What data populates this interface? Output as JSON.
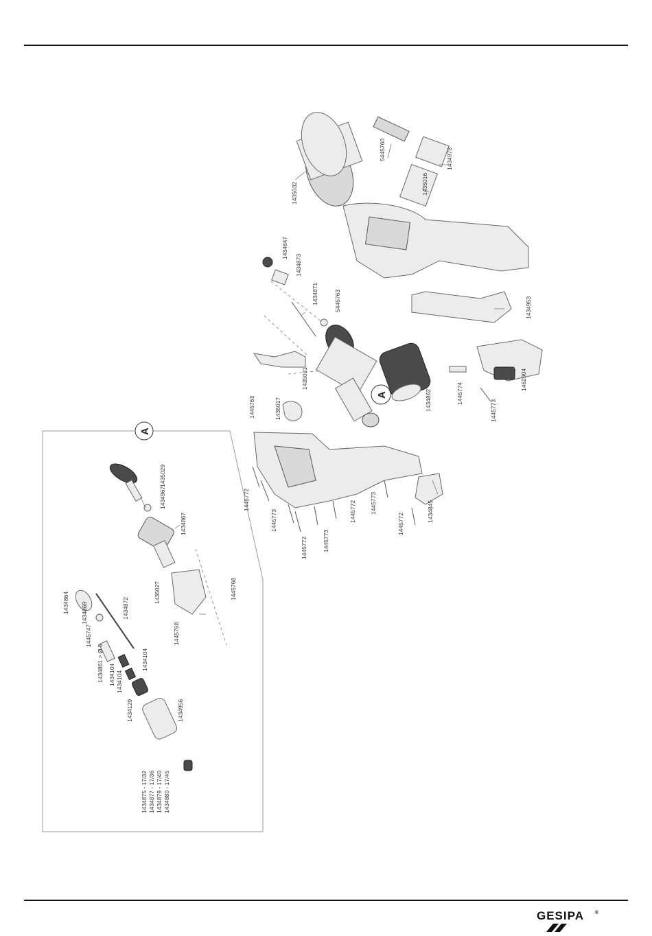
{
  "brand": {
    "name": "GESIPA",
    "mark": "®"
  },
  "detail_callout": "A",
  "main_labels": [
    "1435032",
    "5445760",
    "1434978",
    "1435016",
    "1434847",
    "1434873",
    "1434871",
    "5445763",
    "1445763",
    "1435031",
    "1435017",
    "1434953",
    "1434862",
    "1445774",
    "1445773",
    "1462904",
    "1445772",
    "1445773",
    "1445772",
    "1445773",
    "1445772",
    "1445773",
    "1445772",
    "1434845"
  ],
  "detail_labels": [
    "1434864",
    "1434869",
    "1445747",
    "1434872",
    "1434861 > Ø 5",
    "1434104",
    "1434104",
    "1434104",
    "1434129",
    "1434956",
    "1435029",
    "1434967",
    "1434867",
    "1435027",
    "1445768",
    "1445768"
  ],
  "detail_list": [
    "1434875 - 17/32",
    "1434877 - 17/36",
    "1434879 - 17/40",
    "1434880 - 17/45"
  ],
  "asterisk": "*"
}
